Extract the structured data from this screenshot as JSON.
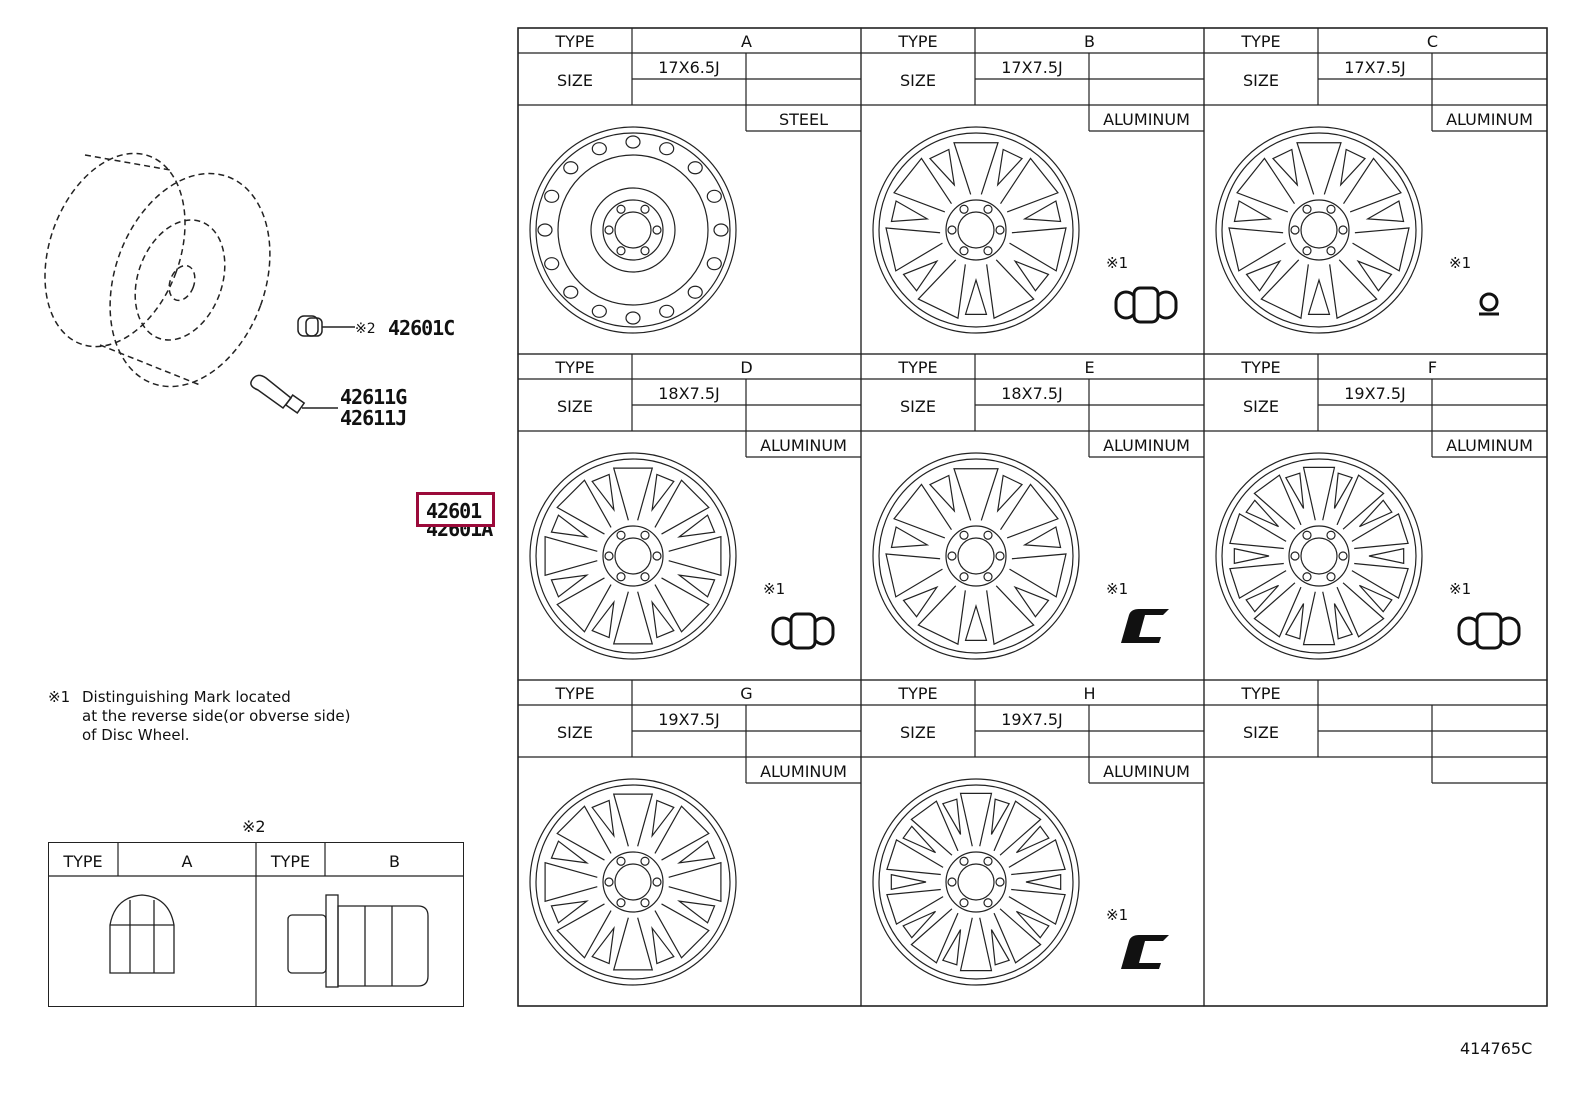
{
  "callouts": {
    "nut_ref": "※2",
    "nut_part": "42601C",
    "valve_parts": [
      "42611G",
      "42611J"
    ],
    "wheel_part": "42601",
    "wheel_part_alt": "42601A"
  },
  "note": {
    "mark": "※1",
    "lines": [
      "Distinguishing Mark located",
      "at the reverse side(or obverse side)",
      "of Disc Wheel."
    ]
  },
  "nut_table": {
    "ref": "※2",
    "type_label": "TYPE",
    "types": [
      "A",
      "B"
    ]
  },
  "wheel_table": {
    "type_label": "TYPE",
    "size_label": "SIZE",
    "cells": [
      {
        "type": "A",
        "size": "17X6.5J",
        "material": "STEEL",
        "mark_ref": "",
        "mark_icon": ""
      },
      {
        "type": "B",
        "size": "17X7.5J",
        "material": "ALUMINUM",
        "mark_ref": "※1",
        "mark_icon": "double-ring-mark-icon"
      },
      {
        "type": "C",
        "size": "17X7.5J",
        "material": "ALUMINUM",
        "mark_ref": "※1",
        "mark_icon": "q-mark-icon"
      },
      {
        "type": "D",
        "size": "18X7.5J",
        "material": "ALUMINUM",
        "mark_ref": "※1",
        "mark_icon": "double-ring-mark-icon"
      },
      {
        "type": "E",
        "size": "18X7.5J",
        "material": "ALUMINUM",
        "mark_ref": "※1",
        "mark_icon": "l-mark-icon"
      },
      {
        "type": "F",
        "size": "19X7.5J",
        "material": "ALUMINUM",
        "mark_ref": "※1",
        "mark_icon": "double-ring-mark-icon"
      },
      {
        "type": "G",
        "size": "19X7.5J",
        "material": "ALUMINUM",
        "mark_ref": "",
        "mark_icon": ""
      },
      {
        "type": "H",
        "size": "19X7.5J",
        "material": "ALUMINUM",
        "mark_ref": "※1",
        "mark_icon": "l-mark-icon"
      },
      {
        "type": "",
        "size": "",
        "material": "",
        "mark_ref": "",
        "mark_icon": ""
      }
    ]
  },
  "diagram_id": "414765C",
  "colors": {
    "highlight": "#9b0a3a",
    "line": "#222222"
  }
}
